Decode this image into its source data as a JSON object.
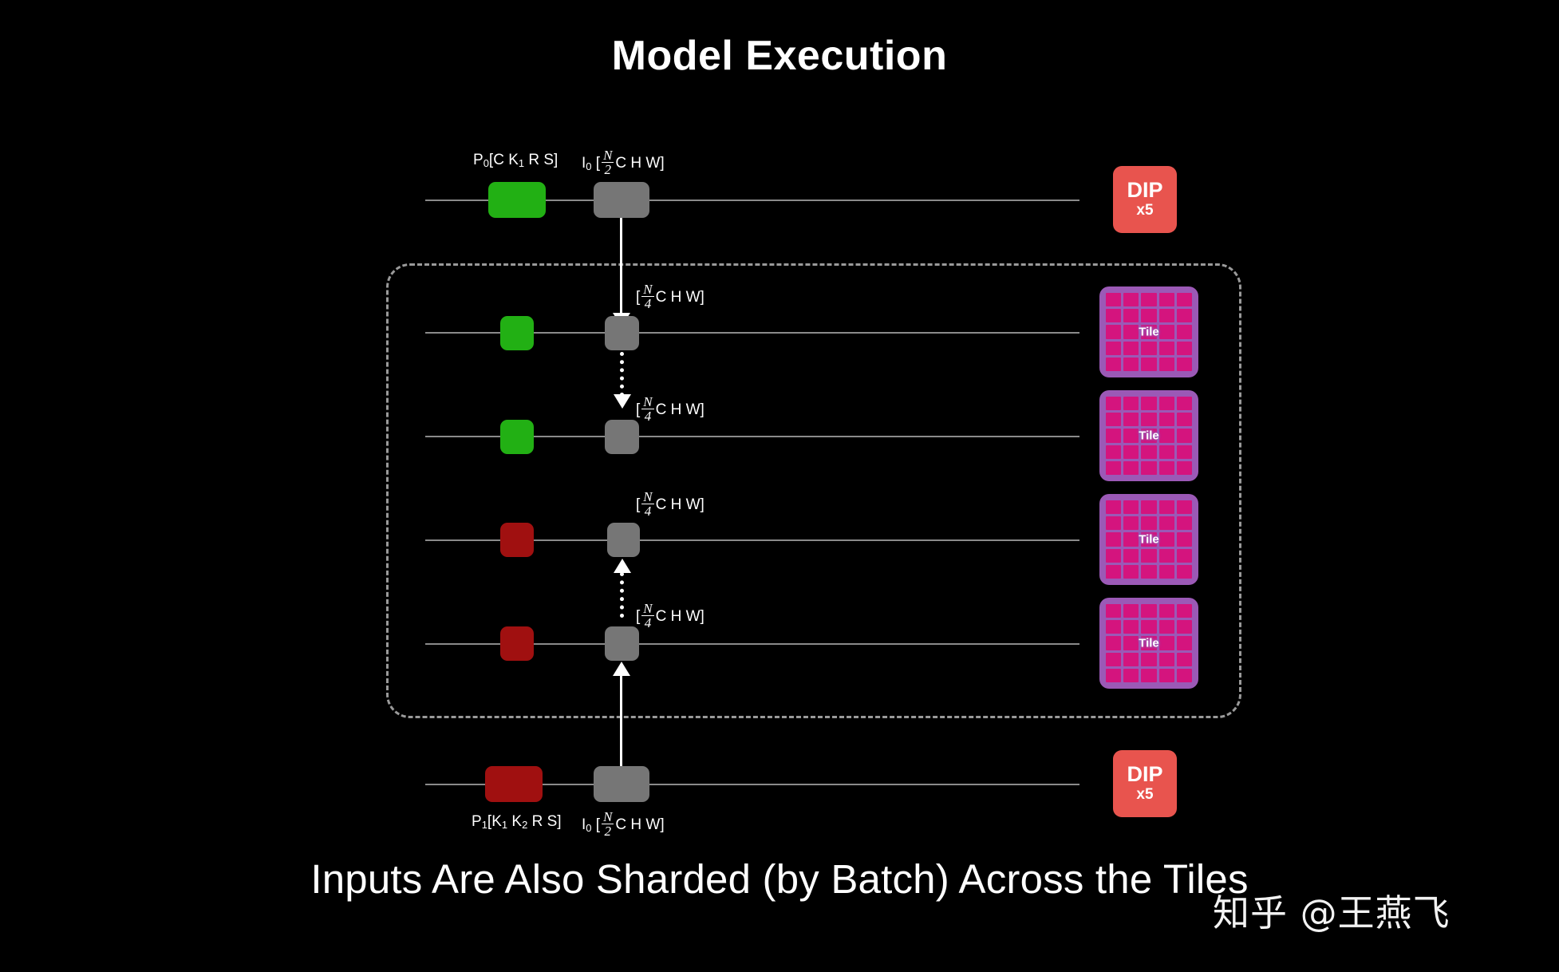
{
  "header": {
    "title": "Model Execution"
  },
  "footer": {
    "caption": "Inputs Are Also Sharded (by Batch) Across the Tiles",
    "watermark": "知乎 @王燕飞"
  },
  "colors": {
    "background": "#000000",
    "weight_green": "#22b014",
    "weight_darkred": "#a01010",
    "input_gray": "#767676",
    "dip_red": "#e8544e",
    "tile_purple": "#9b59b6",
    "tile_cell_magenta": "#d4147e",
    "line_gray": "#8a8a8a",
    "dashed_border": "#9a9a9a",
    "arrow_white": "#ffffff"
  },
  "top_row": {
    "weight_label_prefix": "P",
    "weight_label_sub": "0",
    "weight_label_body": "[C K",
    "weight_label_body_sub": "1",
    "weight_label_tail": " R S]",
    "input_label_prefix": "I",
    "input_label_sub": "0",
    "input_bracket_open": "[",
    "input_frac_num": "N",
    "input_frac_den": "2",
    "input_dims": "C H W]"
  },
  "bottom_row": {
    "weight_label_prefix": "P",
    "weight_label_sub": "1",
    "weight_label_body": "[K",
    "weight_label_body_sub": "1",
    "weight_label_body2": " K",
    "weight_label_body2_sub": "2",
    "weight_label_tail": " R S]",
    "input_label_prefix": "I",
    "input_label_sub": "0",
    "input_bracket_open": "[",
    "input_frac_num": "N",
    "input_frac_den": "2",
    "input_dims": "C H W]"
  },
  "shard_labels": [
    {
      "bracket_open": "[",
      "frac_num": "N",
      "frac_den": "4",
      "dims": "C H W]"
    },
    {
      "bracket_open": "[",
      "frac_num": "N",
      "frac_den": "4",
      "dims": "C H W]"
    },
    {
      "bracket_open": "[",
      "frac_num": "N",
      "frac_den": "4",
      "dims": "C H W]"
    },
    {
      "bracket_open": "[",
      "frac_num": "N",
      "frac_den": "4",
      "dims": "C H W]"
    }
  ],
  "dips": [
    {
      "name": "DIP",
      "count": "x5"
    },
    {
      "name": "DIP",
      "count": "x5"
    }
  ],
  "tiles": [
    {
      "label": "Tile"
    },
    {
      "label": "Tile"
    },
    {
      "label": "Tile"
    },
    {
      "label": "Tile"
    }
  ]
}
